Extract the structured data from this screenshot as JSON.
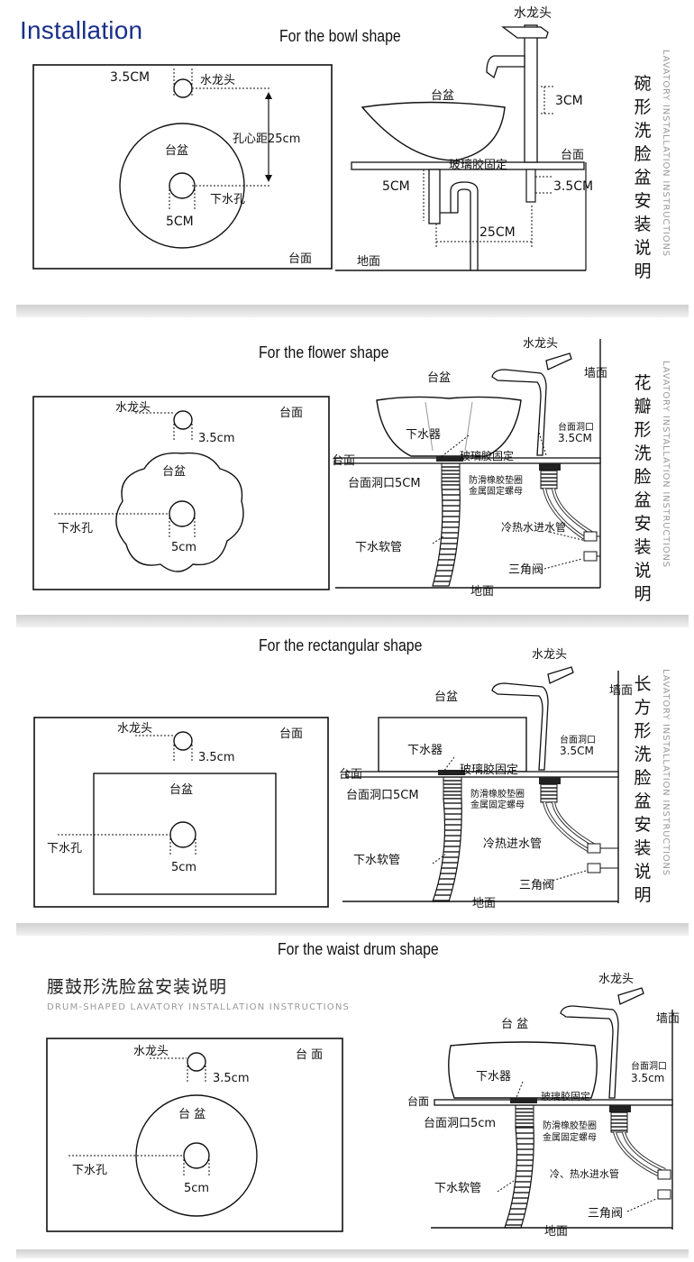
{
  "page_title": "Installation",
  "sections": {
    "bowl": {
      "title": "For the bowl shape",
      "vertical_label": [
        "碗",
        "形",
        "洗",
        "脸",
        "盆",
        "安",
        "装",
        "说",
        "明"
      ],
      "vertical_sub": "LAVATORY INSTALLATION INSTRUCTIONS",
      "plan": {
        "dim_faucet": "3.5CM",
        "faucet": "水龙头",
        "hole_distance": "孔心距25cm",
        "basin": "台盆",
        "drain": "下水孔",
        "drain_dim": "5CM",
        "counter": "台面"
      },
      "side": {
        "faucet": "水龙头",
        "basin": "台盆",
        "dim_3cm": "3CM",
        "counter": "台面",
        "glue": "玻璃胶固定",
        "dim_5cm": "5CM",
        "dim_35cm": "3.5CM",
        "dim_25cm": "25CM",
        "floor": "地面"
      }
    },
    "flower": {
      "title": "For the flower shape",
      "vertical_label": [
        "花",
        "瓣",
        "形",
        "洗",
        "脸",
        "盆",
        "安",
        "装",
        "说",
        "明"
      ],
      "vertical_sub": "LAVATORY INSTALLATION INSTRUCTIONS",
      "plan": {
        "faucet": "水龙头",
        "counter": "台面",
        "dim_faucet": "3.5cm",
        "basin": "台盆",
        "drain": "下水孔",
        "drain_dim": "5cm"
      },
      "side": {
        "faucet": "水龙头",
        "wall": "墙面",
        "basin": "台盆",
        "counter_hole_label": "台面洞口",
        "counter_hole_dim": "3.5CM",
        "drainer": "下水器",
        "counter": "台面",
        "glue": "玻璃胶固定",
        "counter_hole5": "台面洞口5CM",
        "gasket1": "防滑橡胶垫圈",
        "gasket2": "金属固定螺母",
        "supply": "冷热水进水管",
        "hose": "下水软管",
        "valve": "三角阀",
        "floor": "地面"
      }
    },
    "rect": {
      "title": "For the rectangular shape",
      "vertical_label": [
        "长",
        "方",
        "形",
        "洗",
        "脸",
        "盆",
        "安",
        "装",
        "说",
        "明"
      ],
      "vertical_sub": "LAVATORY INSTALLATION INSTRUCTIONS",
      "plan": {
        "faucet": "水龙头",
        "counter": "台面",
        "dim_faucet": "3.5cm",
        "basin": "台盆",
        "drain": "下水孔",
        "drain_dim": "5cm"
      },
      "side": {
        "faucet": "水龙头",
        "wall": "墙面",
        "basin": "台盆",
        "drainer": "下水器",
        "glue": "玻璃胶固定",
        "counter_hole_label": "台面洞口",
        "counter_hole_dim": "3.5CM",
        "counter": "台面",
        "counter_hole5": "台面洞口5CM",
        "gasket1": "防滑橡胶垫圈",
        "gasket2": "金属固定螺母",
        "supply": "冷热进水管",
        "hose": "下水软管",
        "valve": "三角阀",
        "floor": "地面"
      }
    },
    "drum": {
      "title": "For the waist drum shape",
      "subhead_cn": "腰鼓形洗脸盆安装说明",
      "subhead_en": "DRUM-SHAPED LAVATORY INSTALLATION INSTRUCTIONS",
      "plan": {
        "faucet": "水龙头",
        "counter": "台 面",
        "dim_faucet": "3.5cm",
        "basin": "台 盆",
        "drain": "下水孔",
        "drain_dim": "5cm"
      },
      "side": {
        "faucet": "水龙头",
        "wall": "墙面",
        "basin": "台 盆",
        "drainer": "下水器",
        "counter_hole_label": "台面洞口",
        "counter_hole_dim": "3.5cm",
        "counter": "台面",
        "glue": "玻璃胶固定",
        "counter_hole5": "台面洞口5cm",
        "gasket1": "防滑橡胶垫圈",
        "gasket2": "金属固定螺母",
        "supply": "冷、热水进水管",
        "hose": "下水软管",
        "valve": "三角阀",
        "floor": "地面"
      }
    }
  }
}
